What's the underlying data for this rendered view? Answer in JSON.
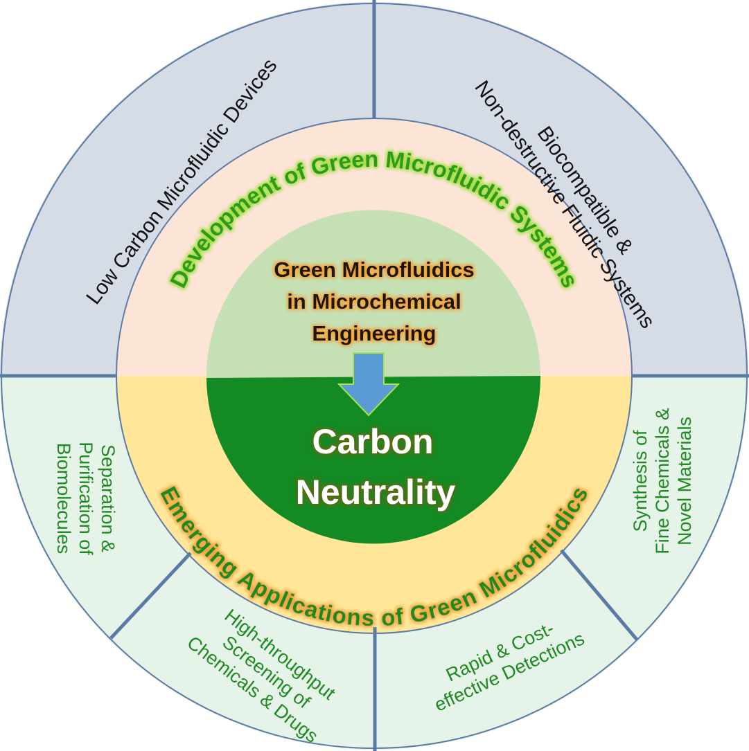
{
  "diagram": {
    "center": {
      "title_lines": [
        "Green Microfluidics",
        "in Microchemical",
        "Engineering"
      ],
      "goal_lines": [
        "Carbon",
        "Neutrality"
      ],
      "arrow_icon": "down-arrow-icon"
    },
    "middle_ring": {
      "top": "Development of Green Microfluidic Systems",
      "bottom": "Emerging Applications of Green Microfluidics"
    },
    "outer_ring": {
      "top_left": [
        "Low Carbon Microfluidic Devices"
      ],
      "top_right": [
        "Biocompatible &",
        "Non-destructive Fluidic Systems"
      ],
      "bottom_left": [
        "Separation &",
        "Purification of",
        "Biomolecules"
      ],
      "bottom_center_left": [
        "High-throughput",
        "Screening of",
        "Chemicals & Drugs"
      ],
      "bottom_center_right": [
        "Rapid & Cost-",
        "effective Detections"
      ],
      "bottom_right": [
        "Synthesis of",
        "Fine Chemicals &",
        "Novel Materials"
      ]
    },
    "colors": {
      "outer_top": "#d6dce5",
      "outer_bottom": "#e6f3e8",
      "middle_top": "#fce4d6",
      "middle_bottom": "#ffe699",
      "inner_top": "#c5e0b4",
      "inner_bottom": "#138a24",
      "arrow": "#5b9bd5"
    }
  }
}
